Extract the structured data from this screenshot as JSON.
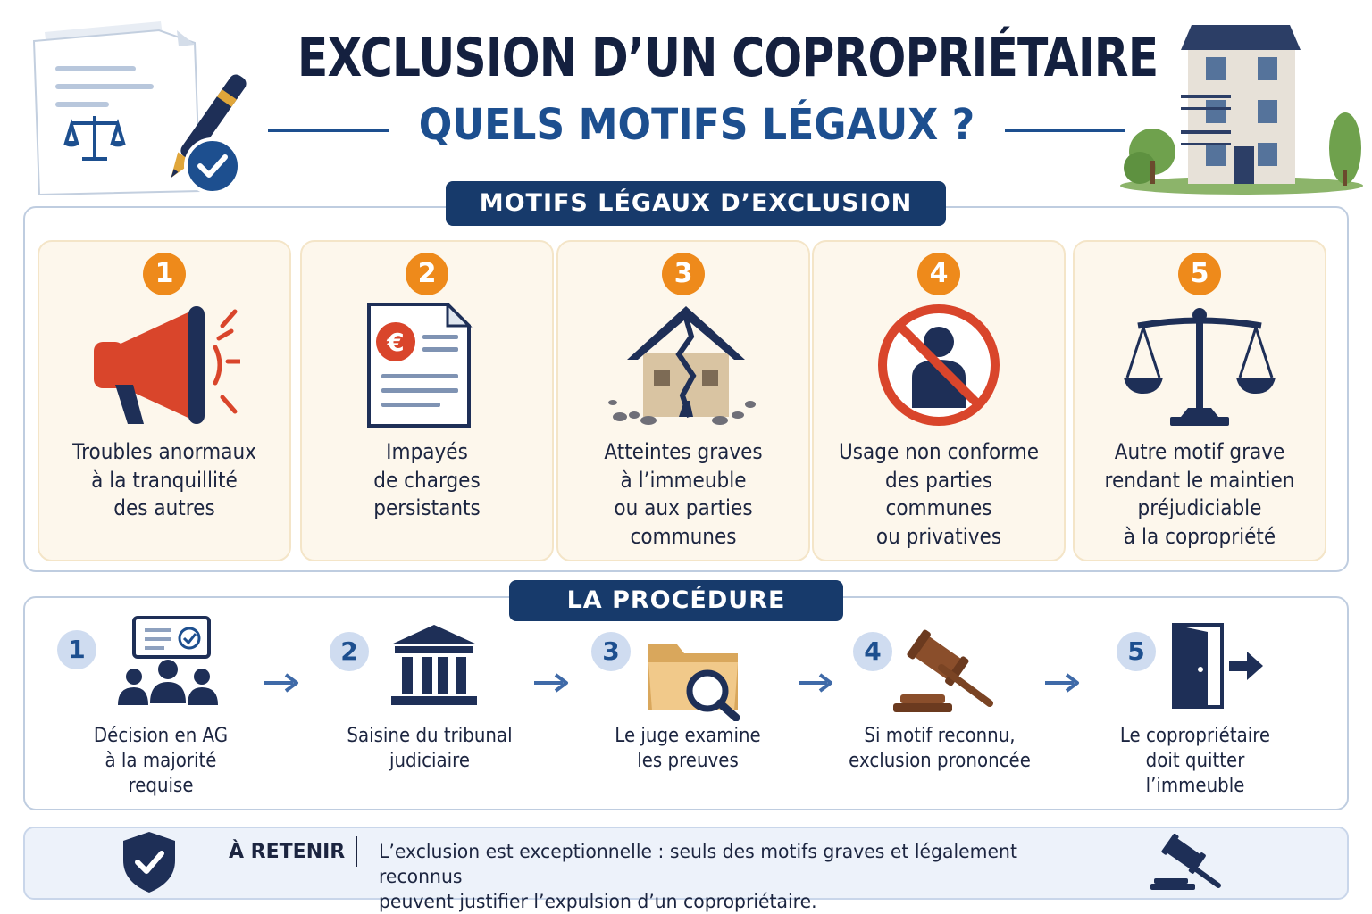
{
  "header": {
    "title": "EXCLUSION D’UN COPROPRIÉTAIRE",
    "subtitle": "QUELS MOTIFS LÉGAUX ?"
  },
  "motifs_section": {
    "title": "MOTIFS LÉGAUX D’EXCLUSION",
    "items": [
      {
        "number": "1",
        "icon": "megaphone-icon",
        "text": "Troubles anormaux\nà la tranquillité\ndes autres"
      },
      {
        "number": "2",
        "icon": "invoice-euro-icon",
        "text": "Impayés\nde charges\npersistants"
      },
      {
        "number": "3",
        "icon": "cracked-house-icon",
        "text": "Atteintes graves\nà l’immeuble\nou aux parties\ncommunes"
      },
      {
        "number": "4",
        "icon": "prohibited-person-icon",
        "text": "Usage non conforme\ndes parties\ncommunes\nou privatives"
      },
      {
        "number": "5",
        "icon": "scales-icon",
        "text": "Autre motif grave\nrendant le maintien\npréjudiciable\nà la copropriété"
      }
    ]
  },
  "procedure_section": {
    "title": "LA PROCÉDURE",
    "steps": [
      {
        "number": "1",
        "icon": "assembly-vote-icon",
        "text": "Décision en AG\nà la majorité\nrequise"
      },
      {
        "number": "2",
        "icon": "courthouse-icon",
        "text": "Saisine du tribunal\njudiciaire"
      },
      {
        "number": "3",
        "icon": "folder-magnifier-icon",
        "text": "Le juge examine\nles preuves"
      },
      {
        "number": "4",
        "icon": "gavel-icon",
        "text": "Si motif reconnu,\nexclusion prononcée"
      },
      {
        "number": "5",
        "icon": "door-exit-icon",
        "text": "Le copropriétaire\ndoit quitter\nl’immeuble"
      }
    ]
  },
  "retenir": {
    "label": "À RETENIR",
    "text": "L’exclusion est exceptionnelle : seuls des motifs graves et légalement reconnus\npeuvent justifier l’expulsion d’un copropriétaire.",
    "icons": [
      "shield-check-icon",
      "gavel-icon"
    ]
  },
  "colors": {
    "navy": "#173a6b",
    "blue": "#1d4f8f",
    "orange": "#ee8a1b",
    "red": "#d9452b",
    "card_bg": "#fdf7ec"
  }
}
